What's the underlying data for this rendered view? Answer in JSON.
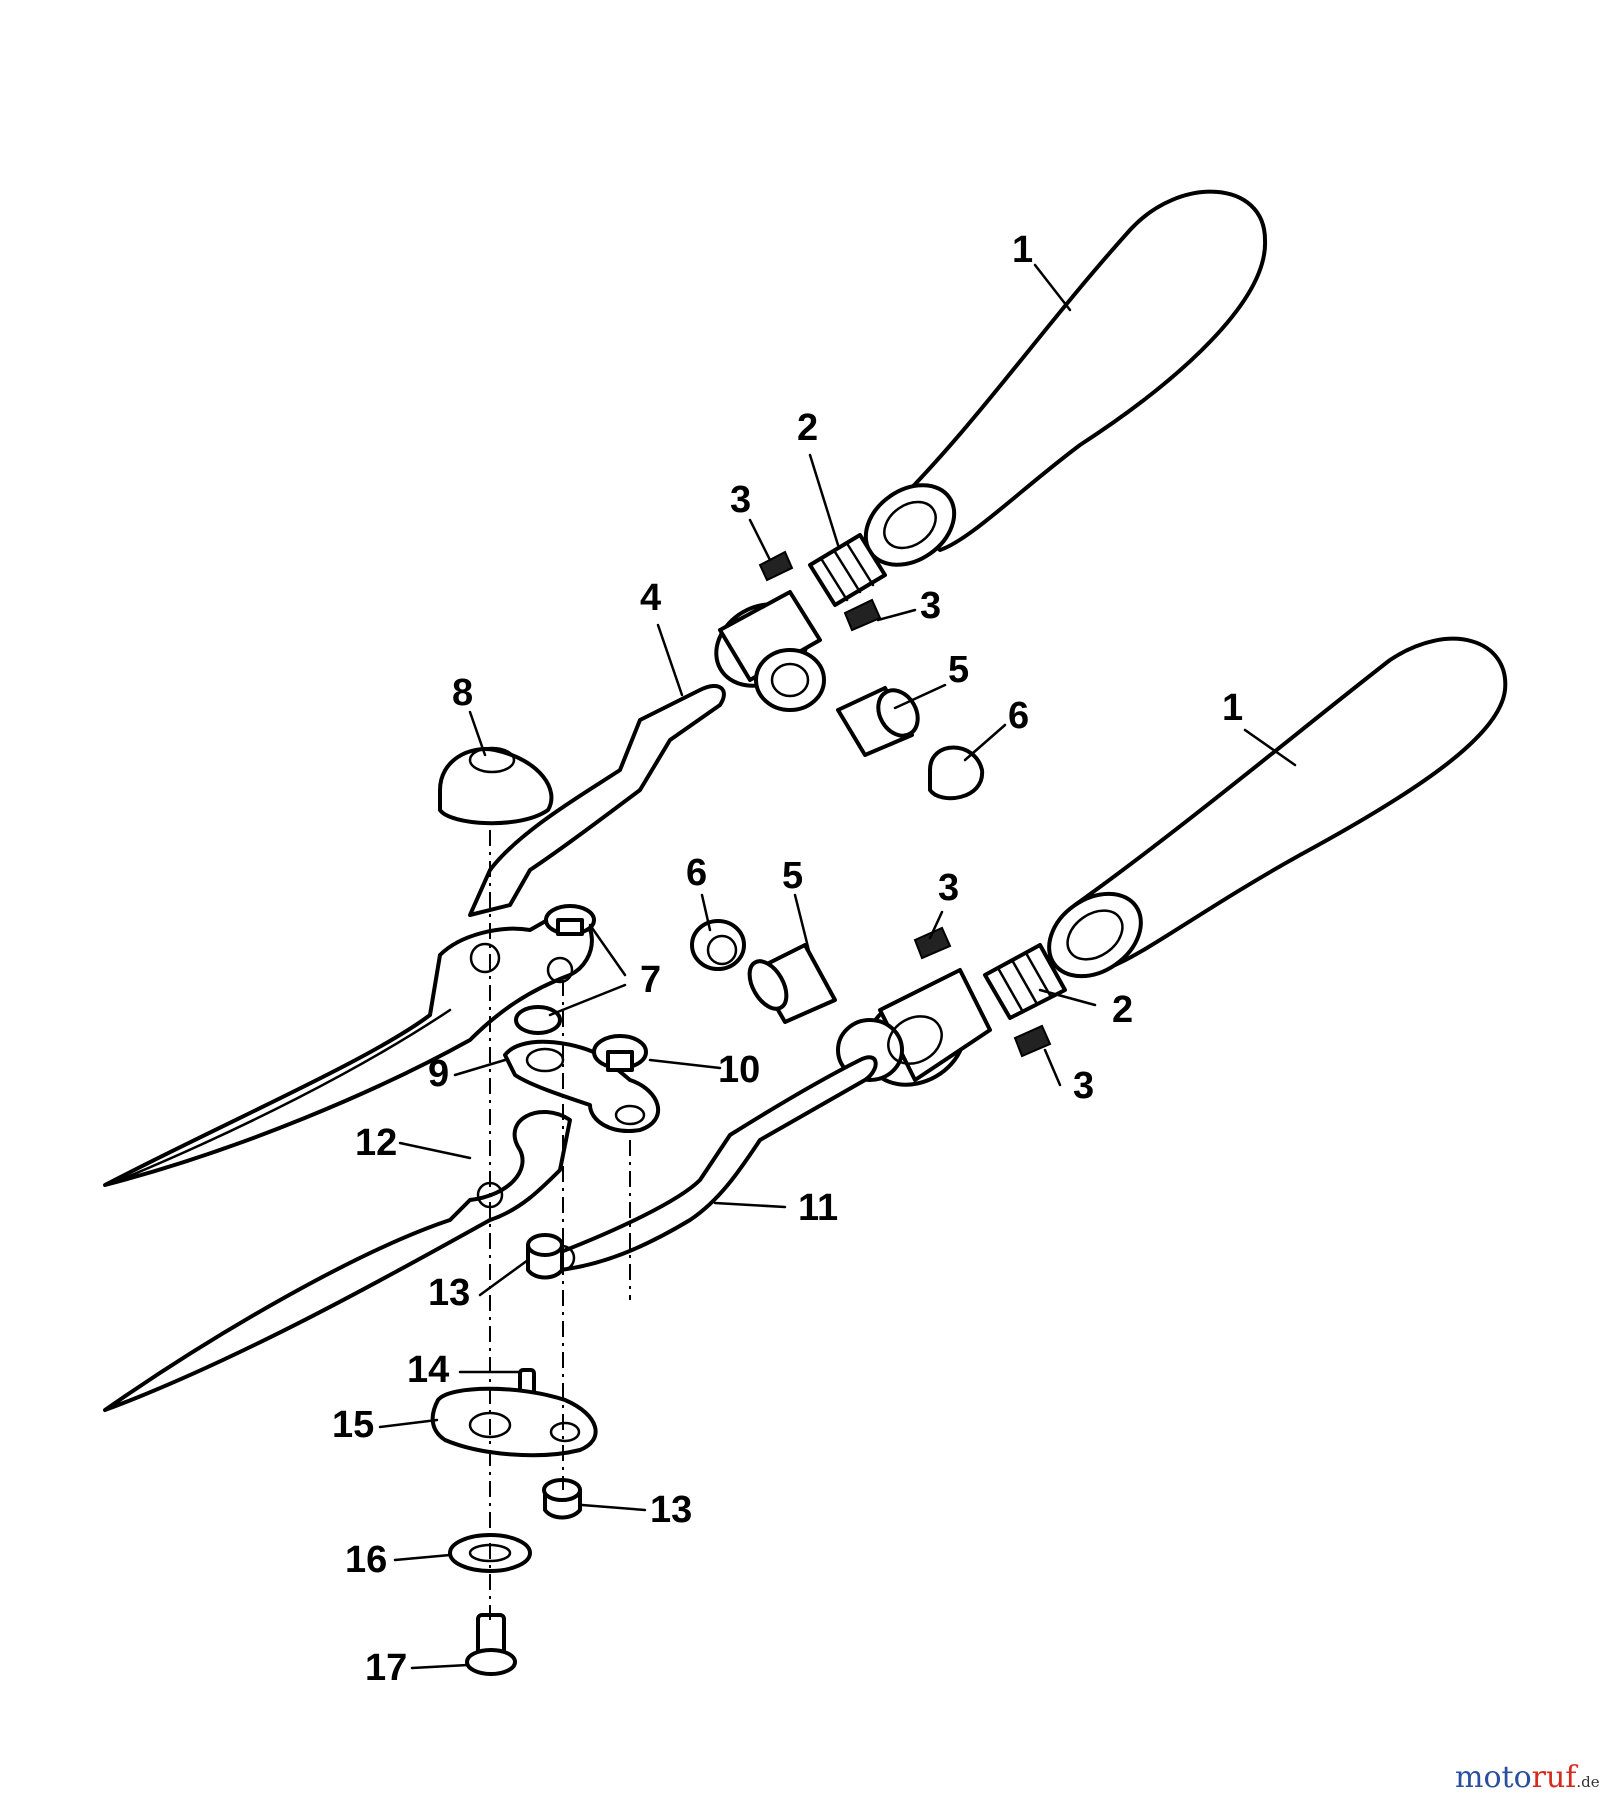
{
  "diagram": {
    "callouts": [
      "1",
      "2",
      "3",
      "3",
      "4",
      "5",
      "6",
      "8",
      "1",
      "6",
      "5",
      "3",
      "7",
      "2",
      "9",
      "10",
      "3",
      "12",
      "11",
      "13",
      "14",
      "15",
      "13",
      "16",
      "17"
    ]
  },
  "brand": {
    "part1": "moto",
    "part2": "ruf",
    "part3": ".de"
  }
}
